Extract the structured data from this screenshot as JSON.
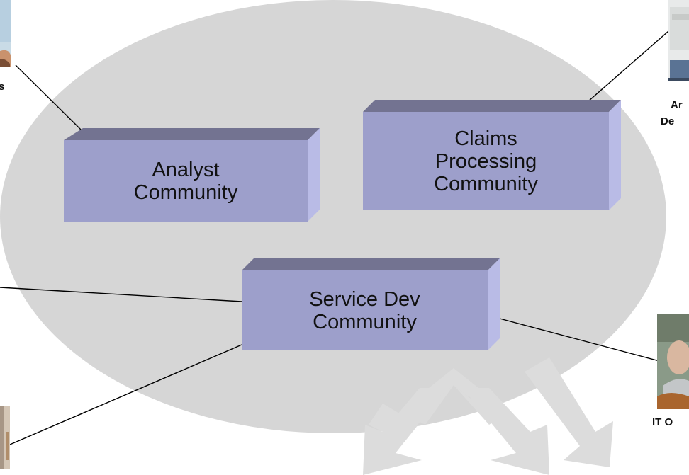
{
  "communities": {
    "analyst": "Analyst Community",
    "claims": "Claims Processing Community",
    "service_dev": "Service Dev Community"
  },
  "roles": {
    "top_left_fragment": "s",
    "top_right_line1": "Ar",
    "top_right_line2": "De",
    "bottom_right": "IT O"
  },
  "colors": {
    "ellipse": "#d6d6d6",
    "arrow": "#dcdcdc",
    "box_front": "#9d9fcb",
    "box_top": "#737391",
    "box_side": "#b9bbe6",
    "connector": "#000000"
  }
}
